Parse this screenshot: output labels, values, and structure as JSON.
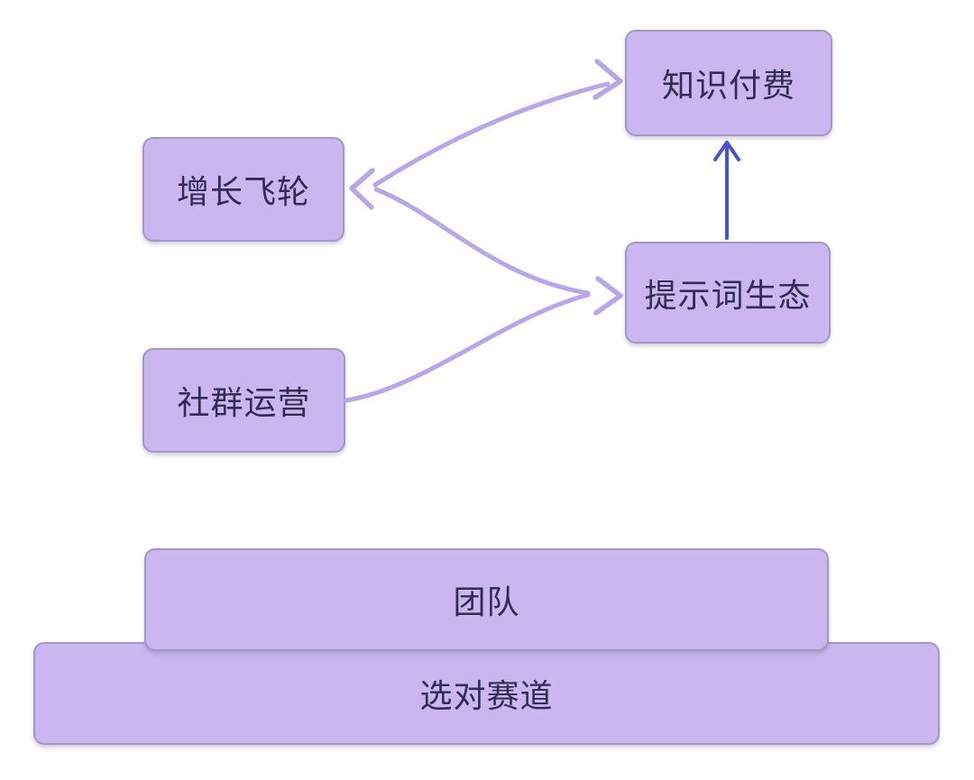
{
  "diagram": {
    "colors": {
      "background": "#ffffff",
      "node_fill": "#cbb6f0",
      "node_border": "#a496c6",
      "node_text": "#312d52",
      "curve_arrow_color": "#b7a7ea",
      "straight_arrow_color": "#4a52cf"
    },
    "nodes": {
      "knowledge_pay": {
        "label": "知识付费"
      },
      "growth_flywheel": {
        "label": "增长飞轮"
      },
      "prompt_ecosystem": {
        "label": "提示词生态"
      },
      "community_ops": {
        "label": "社群运营"
      },
      "team": {
        "label": "团队"
      },
      "right_track": {
        "label": "选对赛道"
      }
    },
    "edges": [
      {
        "id": "fork-to-growth-flywheel",
        "type": "curved-purple",
        "description": "arrowhead pointing left into 增长飞轮 at the fork junction"
      },
      {
        "id": "fork-to-knowledge-pay",
        "type": "curved-purple",
        "description": "curve from the fork junction pointing right into 知识付费"
      },
      {
        "id": "fork-to-prompt-ecosystem",
        "type": "curved-purple",
        "description": "curve from the fork junction pointing right into 提示词生态"
      },
      {
        "id": "community-to-prompt",
        "type": "curved-purple",
        "description": "curve from 社群运营 merging into the arrow entering 提示词生态"
      },
      {
        "id": "prompt-to-knowledge",
        "type": "straight-blue",
        "description": "vertical blue arrow from 提示词生态 up into 知识付费"
      }
    ]
  }
}
